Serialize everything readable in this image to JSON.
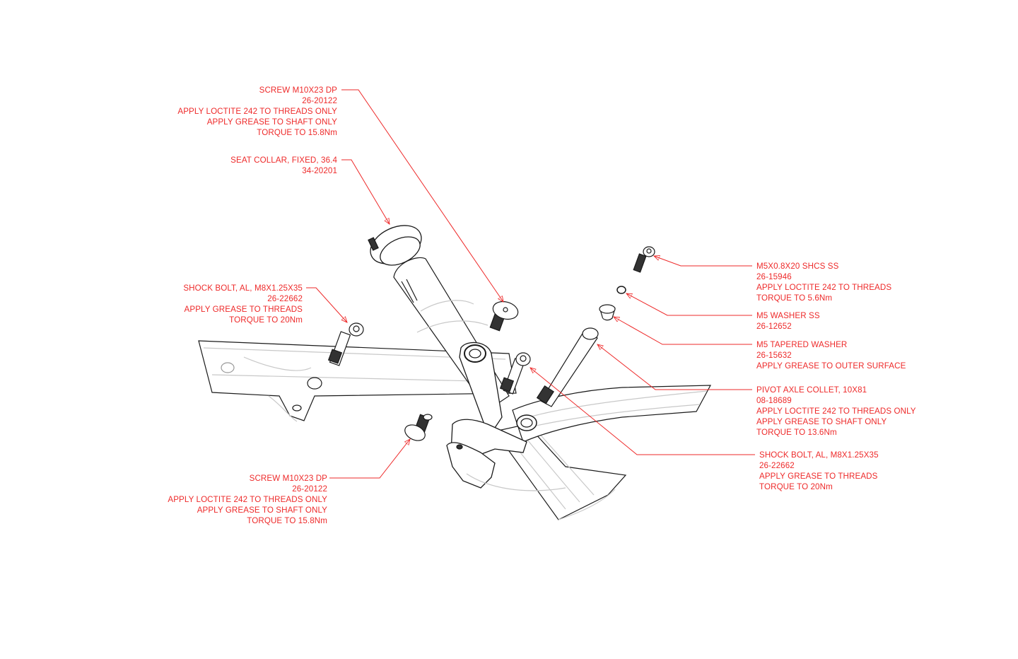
{
  "colors": {
    "annotation": "#ee2a2a",
    "outline": "#1a1a1a",
    "hidden_line": "#c8c8c8",
    "background": "#ffffff"
  },
  "callouts": [
    {
      "id": "screw-m10x23-top",
      "side": "left",
      "lines": [
        "SCREW M10X23 DP",
        "26-20122",
        "APPLY LOCTITE 242 TO THREADS ONLY",
        "APPLY GREASE TO SHAFT ONLY",
        "TORQUE TO 15.8Nm"
      ]
    },
    {
      "id": "seat-collar",
      "side": "left",
      "lines": [
        "SEAT COLLAR, FIXED, 36.4",
        "34-20201"
      ]
    },
    {
      "id": "shock-bolt-left",
      "side": "left",
      "lines": [
        "SHOCK BOLT, AL, M8X1.25X35",
        "26-22662",
        "APPLY GREASE TO THREADS",
        "TORQUE TO 20Nm"
      ]
    },
    {
      "id": "screw-m10x23-bottom",
      "side": "left",
      "lines": [
        "SCREW M10X23 DP",
        "26-20122",
        "APPLY LOCTITE 242 TO THREADS ONLY",
        "APPLY GREASE TO SHAFT ONLY",
        "TORQUE TO 15.8Nm"
      ]
    },
    {
      "id": "m5-shcs",
      "side": "right",
      "lines": [
        "M5X0.8X20 SHCS SS",
        "26-15946",
        "APPLY LOCTITE 242 TO THREADS",
        "TORQUE TO 5.6Nm"
      ]
    },
    {
      "id": "m5-washer",
      "side": "right",
      "lines": [
        "M5 WASHER SS",
        "26-12652"
      ]
    },
    {
      "id": "m5-tapered-washer",
      "side": "right",
      "lines": [
        "M5 TAPERED WASHER",
        "26-15632",
        "APPLY GREASE TO OUTER SURFACE"
      ]
    },
    {
      "id": "pivot-axle-collet",
      "side": "right",
      "lines": [
        "PIVOT AXLE COLLET, 10X81",
        "08-18689",
        "APPLY LOCTITE 242 TO THREADS ONLY",
        "APPLY GREASE TO SHAFT ONLY",
        "TORQUE TO 13.6Nm"
      ]
    },
    {
      "id": "shock-bolt-right",
      "side": "right",
      "lines": [
        "SHOCK BOLT, AL, M8X1.25X35",
        "26-22662",
        "APPLY GREASE TO THREADS",
        "TORQUE TO 20Nm"
      ]
    }
  ]
}
